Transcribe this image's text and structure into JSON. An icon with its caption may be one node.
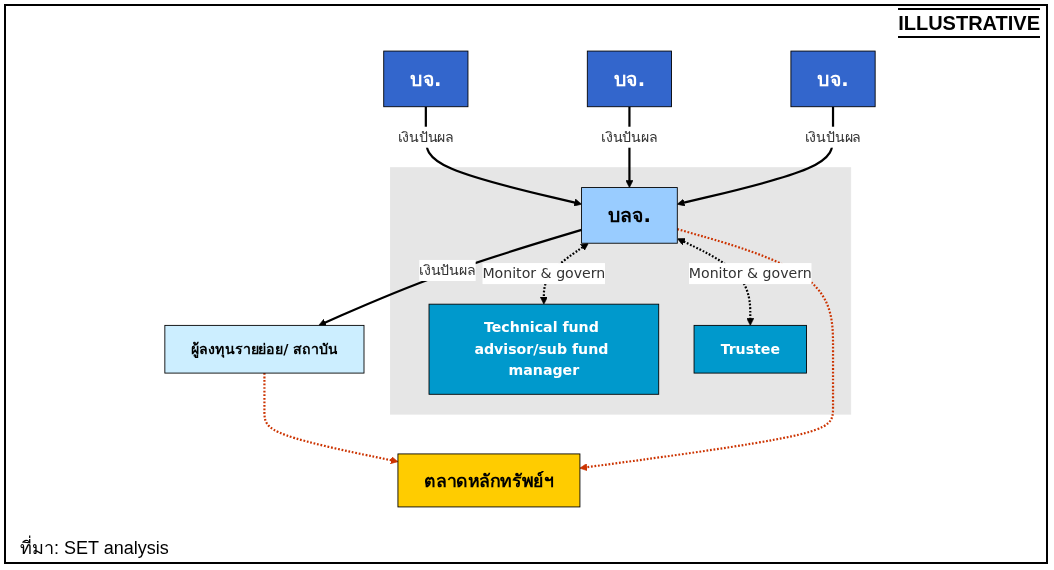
{
  "diagram": {
    "caption": "ที่มา: SET analysis",
    "nodes": [
      {
        "text": [
          "บจ."
        ]
      },
      {
        "text": [
          "บจ."
        ]
      },
      {
        "text": [
          "บจ."
        ]
      },
      {
        "text": [],
        "shape": "box"
      },
      {
        "text": [
          "บลจ."
        ],
        "in": 3
      },
      {
        "text": [
          "Technical fund advisor/sub fund manager"
        ],
        "in": 3
      },
      {
        "text": [
          "Trustee"
        ],
        "in": 3
      },
      {
        "text": [
          "ผู้ลงทุนรายย่อย/ สถาบัน"
        ]
      },
      {
        "text": [
          "ตลาดหลักทรัพย์ฯ"
        ]
      }
    ],
    "edges": [
      {
        "from": 0,
        "to": 4,
        "arrow": "to",
        "label": "เงินปันผล"
      },
      {
        "from": 1,
        "to": 4,
        "arrow": "to",
        "label": "เงินปันผล"
      },
      {
        "from": 2,
        "to": 4,
        "arrow": "to",
        "label": "เงินปันผล"
      },
      {
        "from": 4,
        "to": 7,
        "arrow": "to",
        "label": "เงินปันผล"
      },
      {
        "from": 4,
        "to": 5,
        "arrow": "both",
        "label": "Monitor & govern",
        "style": "dashed"
      },
      {
        "from": 4,
        "to": 6,
        "arrow": "both",
        "label": "Monitor & govern",
        "style": "dashed"
      },
      {
        "from": 7,
        "to": 8,
        "arrow": "to",
        "style": "dashed",
        "color": "#cc3300"
      },
      {
        "from": 4,
        "to": 8,
        "arrow": "to",
        "style": "dashed",
        "color": "#cc3300"
      }
    ],
    "labels": [
      "ILLUSTRATIVE"
    ]
  }
}
